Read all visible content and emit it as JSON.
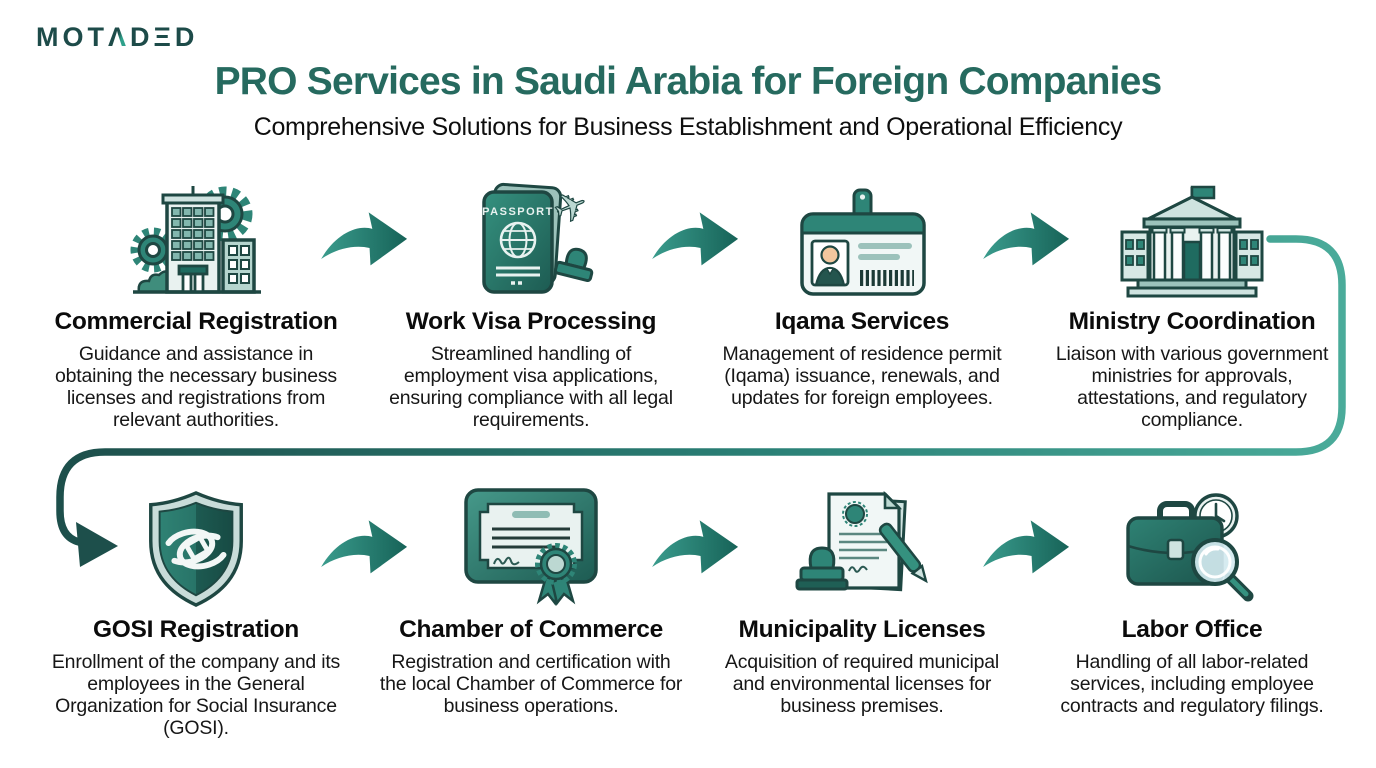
{
  "brand": {
    "name": "MOTADED",
    "logo_pre": "MOT",
    "logo_accent": "Λ",
    "logo_post": "DΞD"
  },
  "header": {
    "title": "PRO Services in Saudi Arabia for Foreign Companies",
    "subtitle": "Comprehensive Solutions for Business Establishment and Operational Efficiency"
  },
  "colors": {
    "brand_dark": "#1d4b49",
    "heading_teal": "#266a5f",
    "accent_teal": "#2e8577",
    "icon_outline": "#1e4742",
    "connector_dark": "#1d4f4b",
    "connector_light": "#4aab9a",
    "text_black": "#141414"
  },
  "icons": {
    "passport_label": "PASSPORT"
  },
  "services": [
    {
      "id": "commercial-registration",
      "title": "Commercial Registration",
      "description": "Guidance and assistance in obtaining the necessary business licenses and registrations from relevant authorities.",
      "icon": "building-gears-icon"
    },
    {
      "id": "work-visa-processing",
      "title": "Work Visa Processing",
      "description": "Streamlined handling of employment visa applications, ensuring compliance with all legal requirements.",
      "icon": "passport-icon"
    },
    {
      "id": "iqama-services",
      "title": "Iqama Services",
      "description": "Management of residence permit (Iqama) issuance, renewals, and updates for foreign employees.",
      "icon": "id-card-icon"
    },
    {
      "id": "ministry-coordination",
      "title": "Ministry Coordination",
      "description": "Liaison with various government ministries for approvals, attestations, and regulatory compliance.",
      "icon": "government-building-icon"
    },
    {
      "id": "gosi-registration",
      "title": "GOSI Registration",
      "description": "Enrollment of the company and its employees in the General Organization for Social Insurance (GOSI).",
      "icon": "shield-emblem-icon"
    },
    {
      "id": "chamber-of-commerce",
      "title": "Chamber of Commerce",
      "description": "Registration and certification with the local Chamber of Commerce for business operations.",
      "icon": "certificate-icon"
    },
    {
      "id": "municipality-licenses",
      "title": "Municipality Licenses",
      "description": "Acquisition of required municipal and environmental licenses for business premises.",
      "icon": "documents-stamp-icon"
    },
    {
      "id": "labor-office",
      "title": "Labor Office",
      "description": "Handling of all labor-related services, including employee contracts and regulatory filings.",
      "icon": "briefcase-search-icon"
    }
  ]
}
